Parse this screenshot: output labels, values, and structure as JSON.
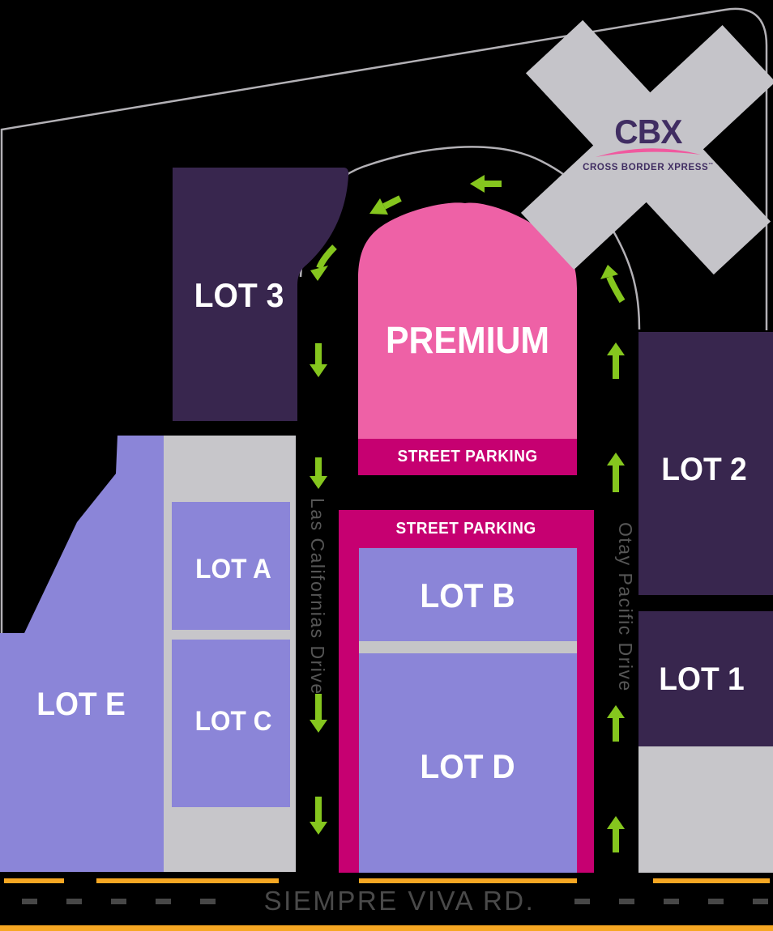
{
  "logo": {
    "brand": "CBX",
    "tagline": "CROSS BORDER XPRESS",
    "trademark": "™"
  },
  "lots": {
    "lot_3": "LOT 3",
    "premium": "PREMIUM",
    "lot_2": "LOT 2",
    "lot_1": "LOT 1",
    "lot_a": "LOT A",
    "lot_b": "LOT B",
    "lot_c": "LOT C",
    "lot_d": "LOT D",
    "lot_e": "LOT E"
  },
  "banners": {
    "premium_street_parking": "STREET PARKING",
    "lot_bd_street_parking": "STREET PARKING"
  },
  "roads": {
    "las_californias": "Las Californias Drive",
    "otay_pacific": "Otay Pacific Drive",
    "siempre_viva": "SIEMPRE VIVA RD."
  },
  "colors": {
    "background": "#000000",
    "light_purple": "#8b85d8",
    "dark_purple": "#38264e",
    "pink": "#ee61a6",
    "magenta": "#c60071",
    "green": "#85c61e",
    "building_gray": "#c5c4c9",
    "backdrop_gray": "#c7c6ca",
    "divider_gray": "#c5c5c7",
    "orange": "#f6a723",
    "road_label_gray": "#565656",
    "street_text_gray": "#4a4a4a",
    "dash_gray": "#474747",
    "boundary_gray": "#b3b1b6",
    "logo_purple": "#402d62",
    "logo_pink": "#f0599f",
    "label_white": "#ffffff"
  }
}
